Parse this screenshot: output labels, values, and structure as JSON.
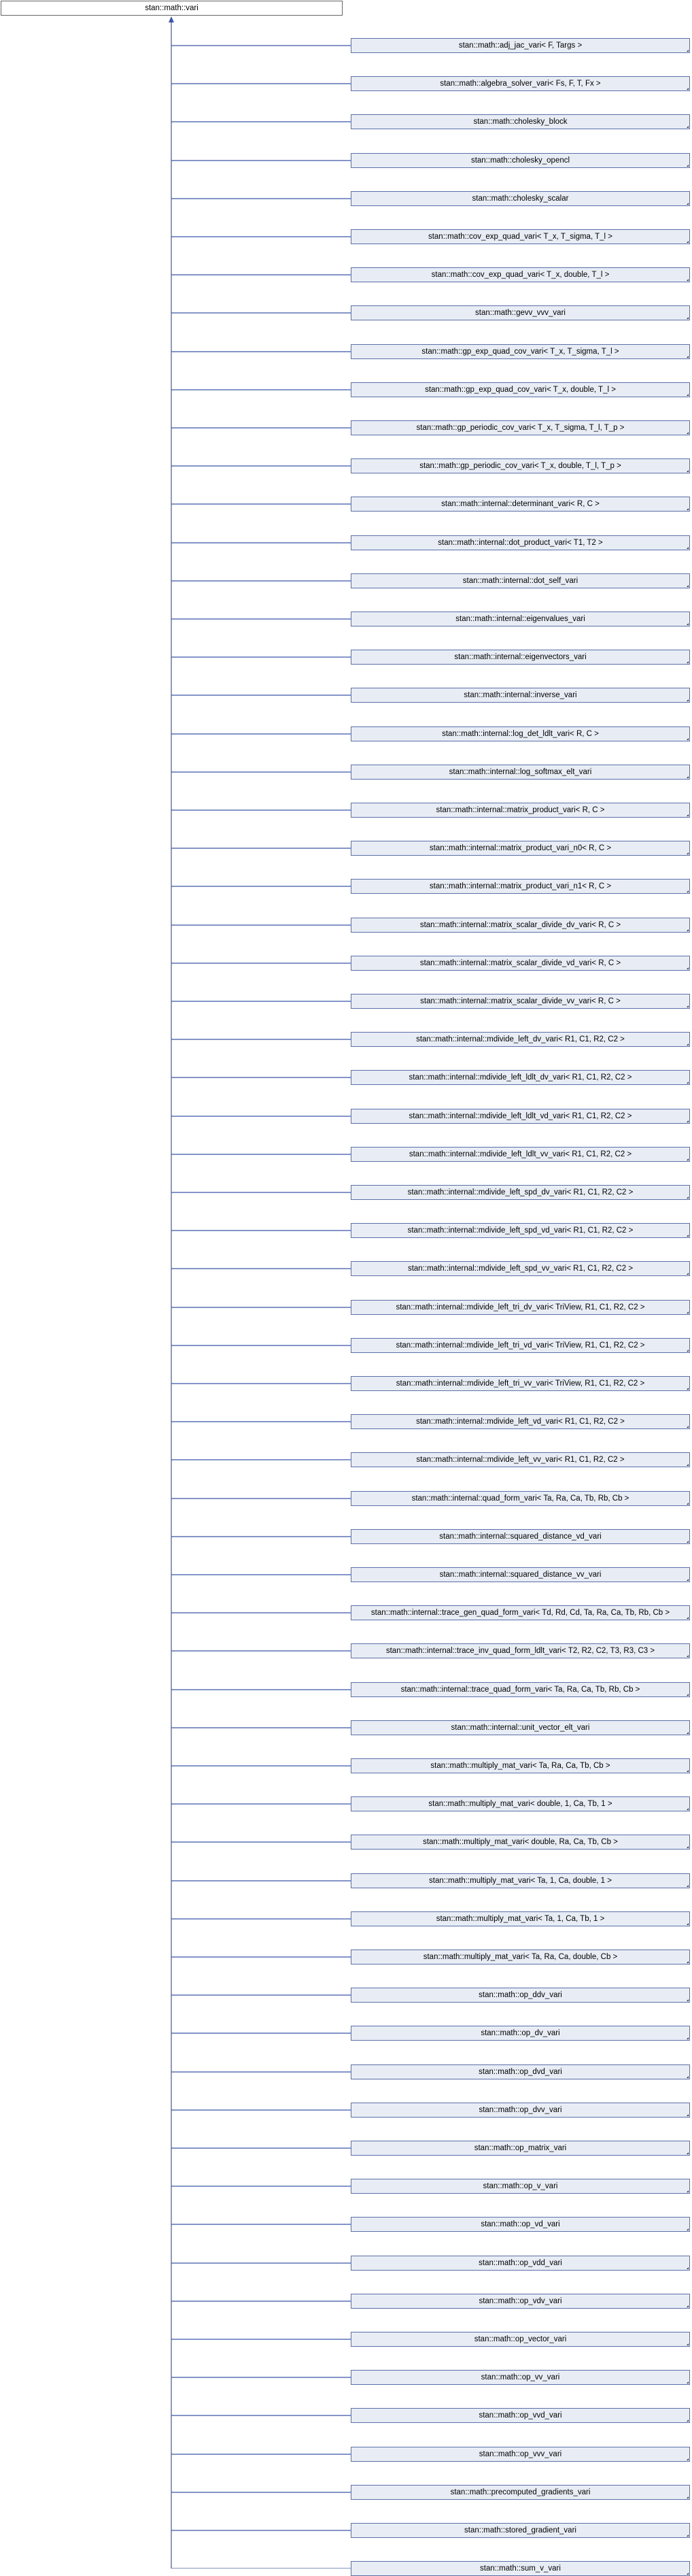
{
  "root": {
    "label": "stan::math::vari"
  },
  "children": [
    "stan::math::adj_jac_vari< F, Targs >",
    "stan::math::algebra_solver_vari< Fs, F, T, Fx >",
    "stan::math::cholesky_block",
    "stan::math::cholesky_opencl",
    "stan::math::cholesky_scalar",
    "stan::math::cov_exp_quad_vari< T_x, T_sigma, T_l >",
    "stan::math::cov_exp_quad_vari< T_x, double, T_l >",
    "stan::math::gevv_vvv_vari",
    "stan::math::gp_exp_quad_cov_vari< T_x, T_sigma, T_l >",
    "stan::math::gp_exp_quad_cov_vari< T_x, double, T_l >",
    "stan::math::gp_periodic_cov_vari< T_x, T_sigma, T_l, T_p >",
    "stan::math::gp_periodic_cov_vari< T_x, double, T_l, T_p >",
    "stan::math::internal::determinant_vari< R, C >",
    "stan::math::internal::dot_product_vari< T1, T2 >",
    "stan::math::internal::dot_self_vari",
    "stan::math::internal::eigenvalues_vari",
    "stan::math::internal::eigenvectors_vari",
    "stan::math::internal::inverse_vari",
    "stan::math::internal::log_det_ldlt_vari< R, C >",
    "stan::math::internal::log_softmax_elt_vari",
    "stan::math::internal::matrix_product_vari< R, C >",
    "stan::math::internal::matrix_product_vari_n0< R, C >",
    "stan::math::internal::matrix_product_vari_n1< R, C >",
    "stan::math::internal::matrix_scalar_divide_dv_vari< R, C >",
    "stan::math::internal::matrix_scalar_divide_vd_vari< R, C >",
    "stan::math::internal::matrix_scalar_divide_vv_vari< R, C >",
    "stan::math::internal::mdivide_left_dv_vari< R1, C1, R2, C2 >",
    "stan::math::internal::mdivide_left_ldlt_dv_vari< R1, C1, R2, C2 >",
    "stan::math::internal::mdivide_left_ldlt_vd_vari< R1, C1, R2, C2 >",
    "stan::math::internal::mdivide_left_ldlt_vv_vari< R1, C1, R2, C2 >",
    "stan::math::internal::mdivide_left_spd_dv_vari< R1, C1, R2, C2 >",
    "stan::math::internal::mdivide_left_spd_vd_vari< R1, C1, R2, C2 >",
    "stan::math::internal::mdivide_left_spd_vv_vari< R1, C1, R2, C2 >",
    "stan::math::internal::mdivide_left_tri_dv_vari< TriView, R1, C1, R2, C2 >",
    "stan::math::internal::mdivide_left_tri_vd_vari< TriView, R1, C1, R2, C2 >",
    "stan::math::internal::mdivide_left_tri_vv_vari< TriView, R1, C1, R2, C2 >",
    "stan::math::internal::mdivide_left_vd_vari< R1, C1, R2, C2 >",
    "stan::math::internal::mdivide_left_vv_vari< R1, C1, R2, C2 >",
    "stan::math::internal::quad_form_vari< Ta, Ra, Ca, Tb, Rb, Cb >",
    "stan::math::internal::squared_distance_vd_vari",
    "stan::math::internal::squared_distance_vv_vari",
    "stan::math::internal::trace_gen_quad_form_vari< Td, Rd, Cd, Ta, Ra, Ca, Tb, Rb, Cb >",
    "stan::math::internal::trace_inv_quad_form_ldlt_vari< T2, R2, C2, T3, R3, C3 >",
    "stan::math::internal::trace_quad_form_vari< Ta, Ra, Ca, Tb, Rb, Cb >",
    "stan::math::internal::unit_vector_elt_vari",
    "stan::math::multiply_mat_vari< Ta, Ra, Ca, Tb, Cb >",
    "stan::math::multiply_mat_vari< double, 1, Ca, Tb, 1 >",
    "stan::math::multiply_mat_vari< double, Ra, Ca, Tb, Cb >",
    "stan::math::multiply_mat_vari< Ta, 1, Ca, double, 1 >",
    "stan::math::multiply_mat_vari< Ta, 1, Ca, Tb, 1 >",
    "stan::math::multiply_mat_vari< Ta, Ra, Ca, double, Cb >",
    "stan::math::op_ddv_vari",
    "stan::math::op_dv_vari",
    "stan::math::op_dvd_vari",
    "stan::math::op_dvv_vari",
    "stan::math::op_matrix_vari",
    "stan::math::op_v_vari",
    "stan::math::op_vd_vari",
    "stan::math::op_vdd_vari",
    "stan::math::op_vdv_vari",
    "stan::math::op_vector_vari",
    "stan::math::op_vv_vari",
    "stan::math::op_vvd_vari",
    "stan::math::op_vvv_vari",
    "stan::math::precomputed_gradients_vari",
    "stan::math::stored_gradient_vari",
    "stan::math::sum_v_vari"
  ]
}
